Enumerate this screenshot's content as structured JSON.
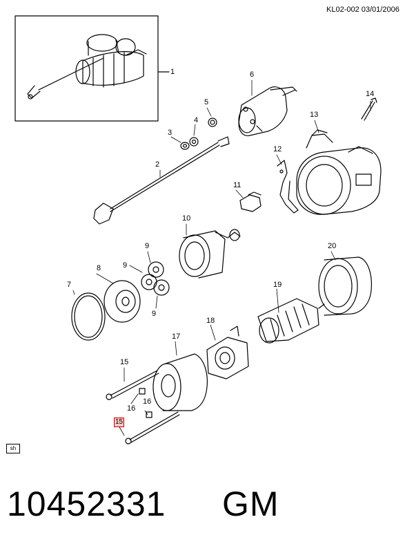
{
  "header": {
    "doc_ref": "KL02-002 03/01/2006"
  },
  "callouts": [
    "1",
    "2",
    "3",
    "4",
    "5",
    "6",
    "7",
    "8",
    "9",
    "9",
    "9",
    "10",
    "11",
    "12",
    "13",
    "14",
    "15",
    "15",
    "16",
    "16",
    "17",
    "18",
    "19",
    "20"
  ],
  "highlighted_callout": "15",
  "sh_label": "sh",
  "footer": {
    "part_number": "10452331",
    "brand": "GM"
  }
}
